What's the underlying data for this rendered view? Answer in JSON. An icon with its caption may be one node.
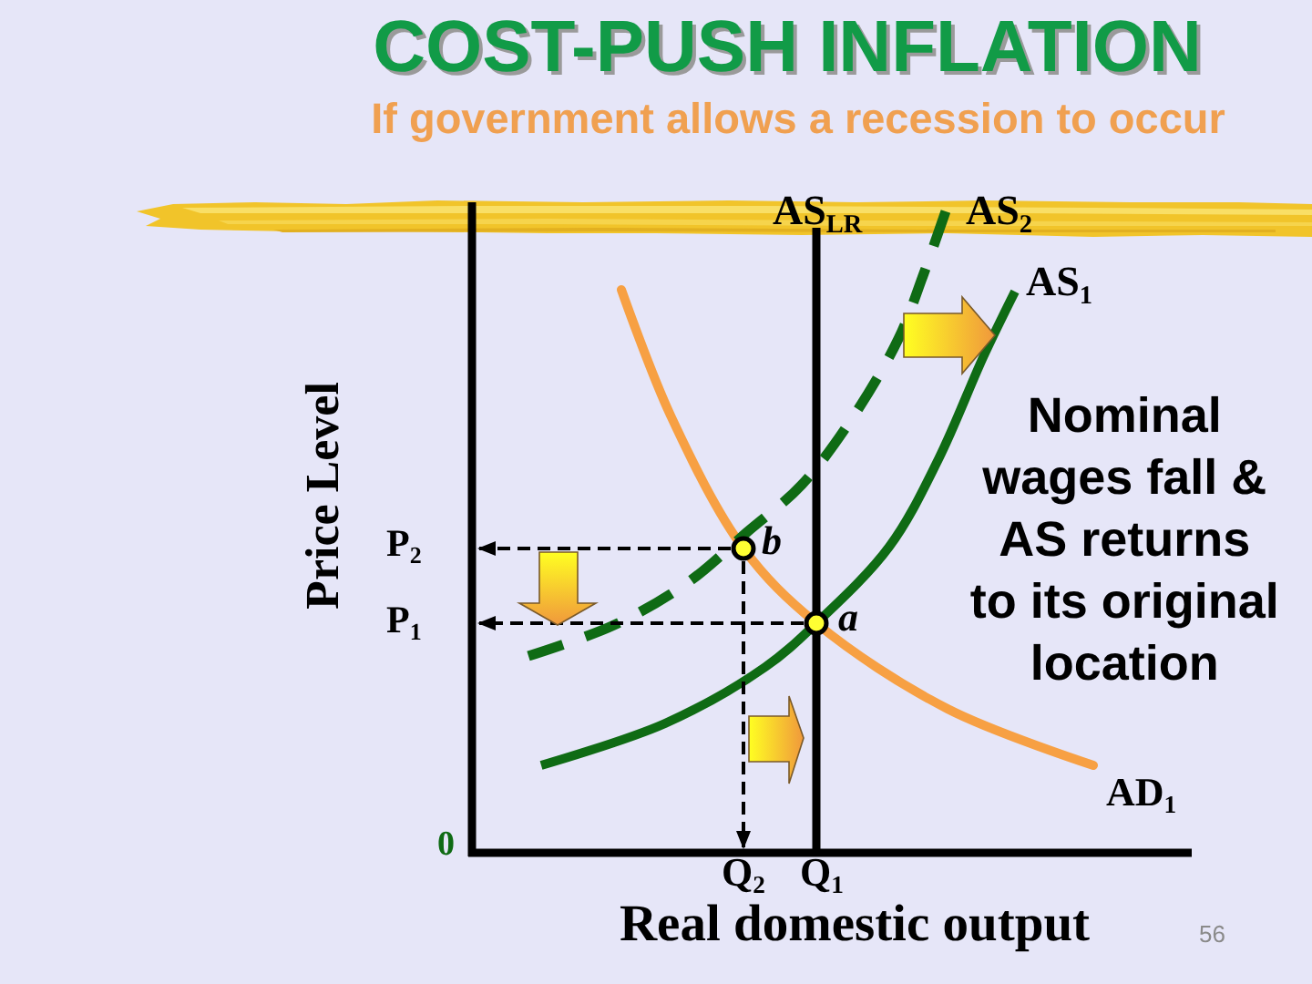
{
  "diagram": {
    "title": "COST-PUSH INFLATION",
    "labels": [
      "If government allows a recession to occur",
      "AS$_{LR}$",
      "AS$_{2}$",
      "AS$_{1}$",
      "Price Level",
      "P$_{2}$",
      "b",
      "P$_{1}$",
      "a",
      "Nominal wages fall & AS returns to its original location",
      "AD$_{1}$",
      "0",
      "Q$_{2}$",
      "Q$_{1}$",
      "Real domestic output",
      "56"
    ]
  }
}
